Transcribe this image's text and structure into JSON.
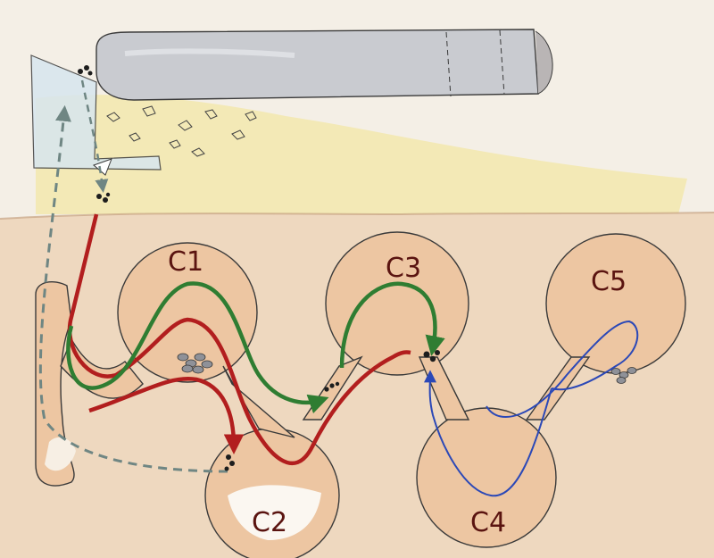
{
  "diagram": {
    "chamber_labels": [
      "C1",
      "C2",
      "C3",
      "C4",
      "C5"
    ]
  },
  "colors": {
    "paper": "#f4efe6",
    "soil": "#eed8bf",
    "tunnel_fill": "#edc6a2",
    "green_path": "#2f7d32",
    "red_path": "#b21e1e",
    "blue_path": "#2b48b7",
    "dashed_path": "#6f8683",
    "label": "#5a1410"
  }
}
